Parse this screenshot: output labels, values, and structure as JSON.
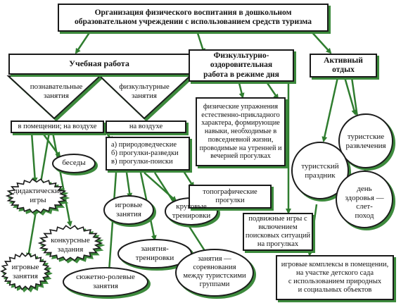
{
  "title": "Организация физического воспитания в дошкольном\nобразовательном учреждении с использованием средств туризма",
  "col1": {
    "header": "Учебная работа",
    "cognitive": "познавательные\nзанятия",
    "physical": "физкультурные\nзанятия",
    "where_left": "в помещении; на воздухе",
    "where_right": "на воздухе",
    "conversations": "беседы",
    "didactic": "дидактические\nигры",
    "contest": "конкурсные\nзадания",
    "games_lessons": "игровые\nзанятия",
    "walks": "а) природоведческие\nб) прогулки-разведки\nв) прогулки-поиски",
    "game_lessons2": "игровые\nзанятия",
    "circuit": "круговые\nтренировки",
    "training": "занятия-\nтренировки",
    "plot_role": "сюжетно-ролевые\nзанятия",
    "competitions": "занятия —\nсоревнования\nмежду туристскими\nгруппами",
    "topographic": "топографические\nпрогулки"
  },
  "col2": {
    "header": "Физкультурно-\nоздоровительная\nработа в режиме дня",
    "exercises": "физические упражнения\nестественно-прикладного\nхарактера, формирующие\nнавыки, необходимые в\nповседневной жизни,\nпроводимые на утренней и\nвечерней прогулках",
    "mobile_games": "подвижные игры с\nвключением\nпоисковых ситуаций\nна прогулках"
  },
  "col3": {
    "header": "Активный\nотдых",
    "tourist_fun": "туристские\nразвлечения",
    "tourist_holiday": "туристский\nпраздник",
    "health_day": "день\nздоровья —\nслет-\nпоход"
  },
  "complexes": "игровые комплексы в помещении,\nна участке детского сада\nс использованием природных\nи социальных объектов",
  "colors": {
    "shadow": "#3c8a3c",
    "border": "#1a1a1a",
    "arrow": "#2f7d2f"
  }
}
